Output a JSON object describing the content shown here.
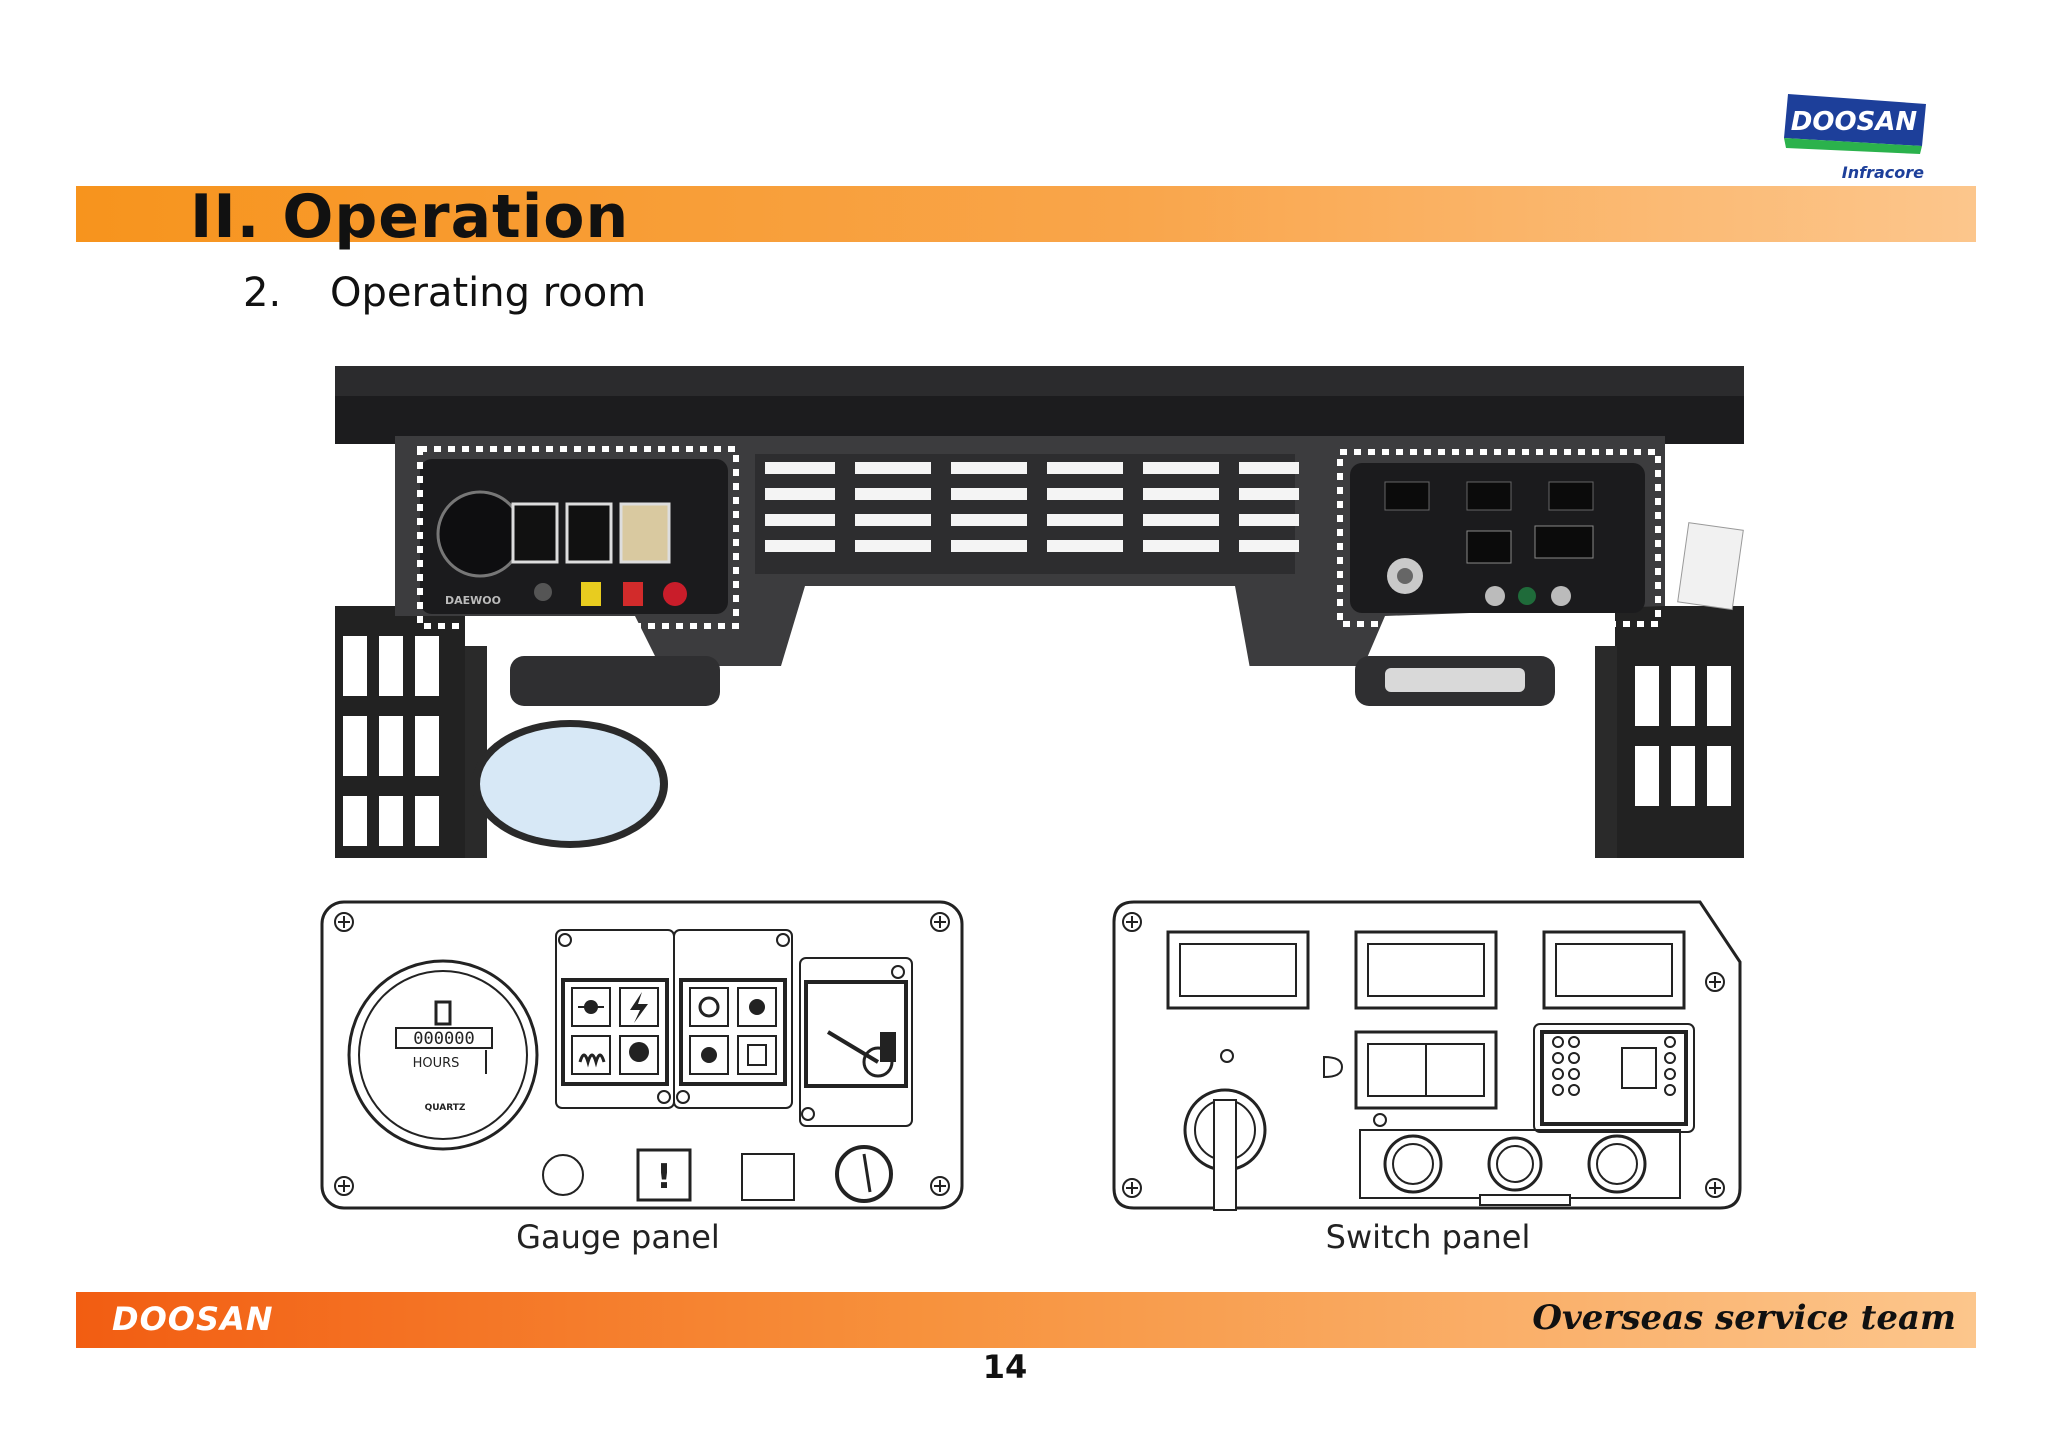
{
  "header": {
    "section_title": "II. Operation",
    "subsection_number": "2.",
    "subsection_title": "Operating room",
    "logo_brand": "DOOSAN",
    "logo_sub": "Infracore"
  },
  "figure": {
    "gauge_panel_caption": "Gauge panel",
    "switch_panel_caption": "Switch panel",
    "hour_meter_digits": "000000",
    "hour_meter_label": "HOURS",
    "hour_meter_brand": "QUARTZ",
    "photo_brand_text": "DAEWOO"
  },
  "footer": {
    "brand": "DOOSAN",
    "team": "Overseas service team",
    "page_number": "14"
  },
  "colors": {
    "title_band": "#f7941d",
    "footer_band": "#f25d12",
    "logo_blue": "#1d3f9a"
  }
}
